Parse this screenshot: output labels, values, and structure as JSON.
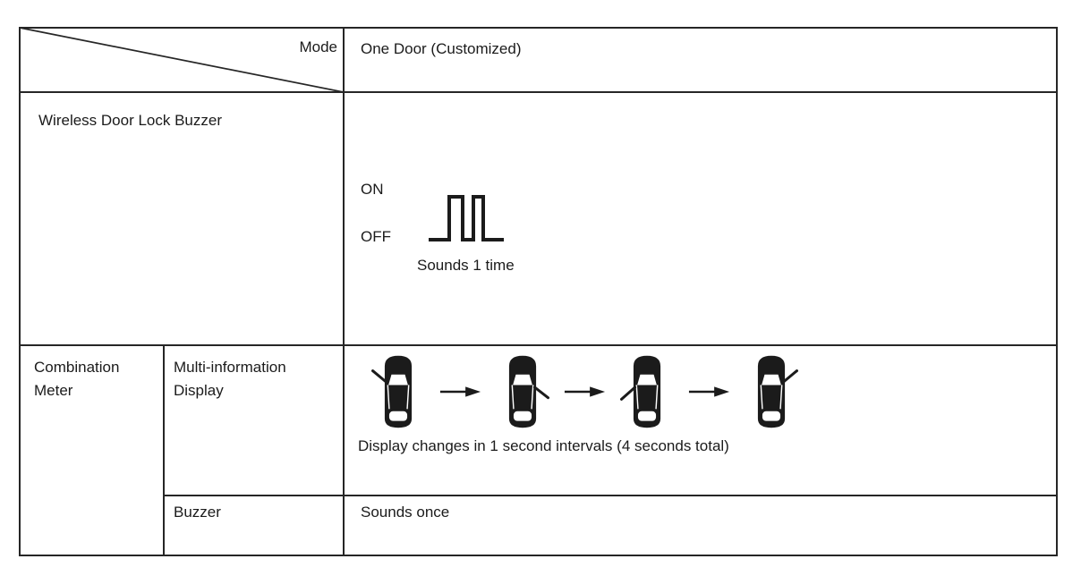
{
  "table": {
    "header": {
      "corner_label": "Mode",
      "mode_value": "One Door (Customized)"
    },
    "wireless_row": {
      "label": "Wireless Door Lock Buzzer",
      "signal": {
        "on_label": "ON",
        "off_label": "OFF",
        "caption": "Sounds 1 time",
        "icon": "buzzer-pulse-waveform-icon",
        "pulse_count": 2
      }
    },
    "combination_meter": {
      "label": "Combination Meter",
      "multi_information_display": {
        "label": "Multi-information Display",
        "caption": "Display changes in 1 second intervals (4 seconds total)",
        "arrow_icon": "right-arrow-icon",
        "sequence": [
          {
            "icon": "car-top-view-door-open-icon",
            "door": "front-left"
          },
          {
            "icon": "car-top-view-door-open-icon",
            "door": "rear-right"
          },
          {
            "icon": "car-top-view-door-open-icon",
            "door": "rear-left"
          },
          {
            "icon": "car-top-view-door-open-icon",
            "door": "front-right"
          }
        ]
      },
      "buzzer": {
        "label": "Buzzer",
        "value": "Sounds once"
      }
    },
    "colors": {
      "line": "#262626",
      "text": "#1b1b1b",
      "background": "#ffffff"
    }
  }
}
